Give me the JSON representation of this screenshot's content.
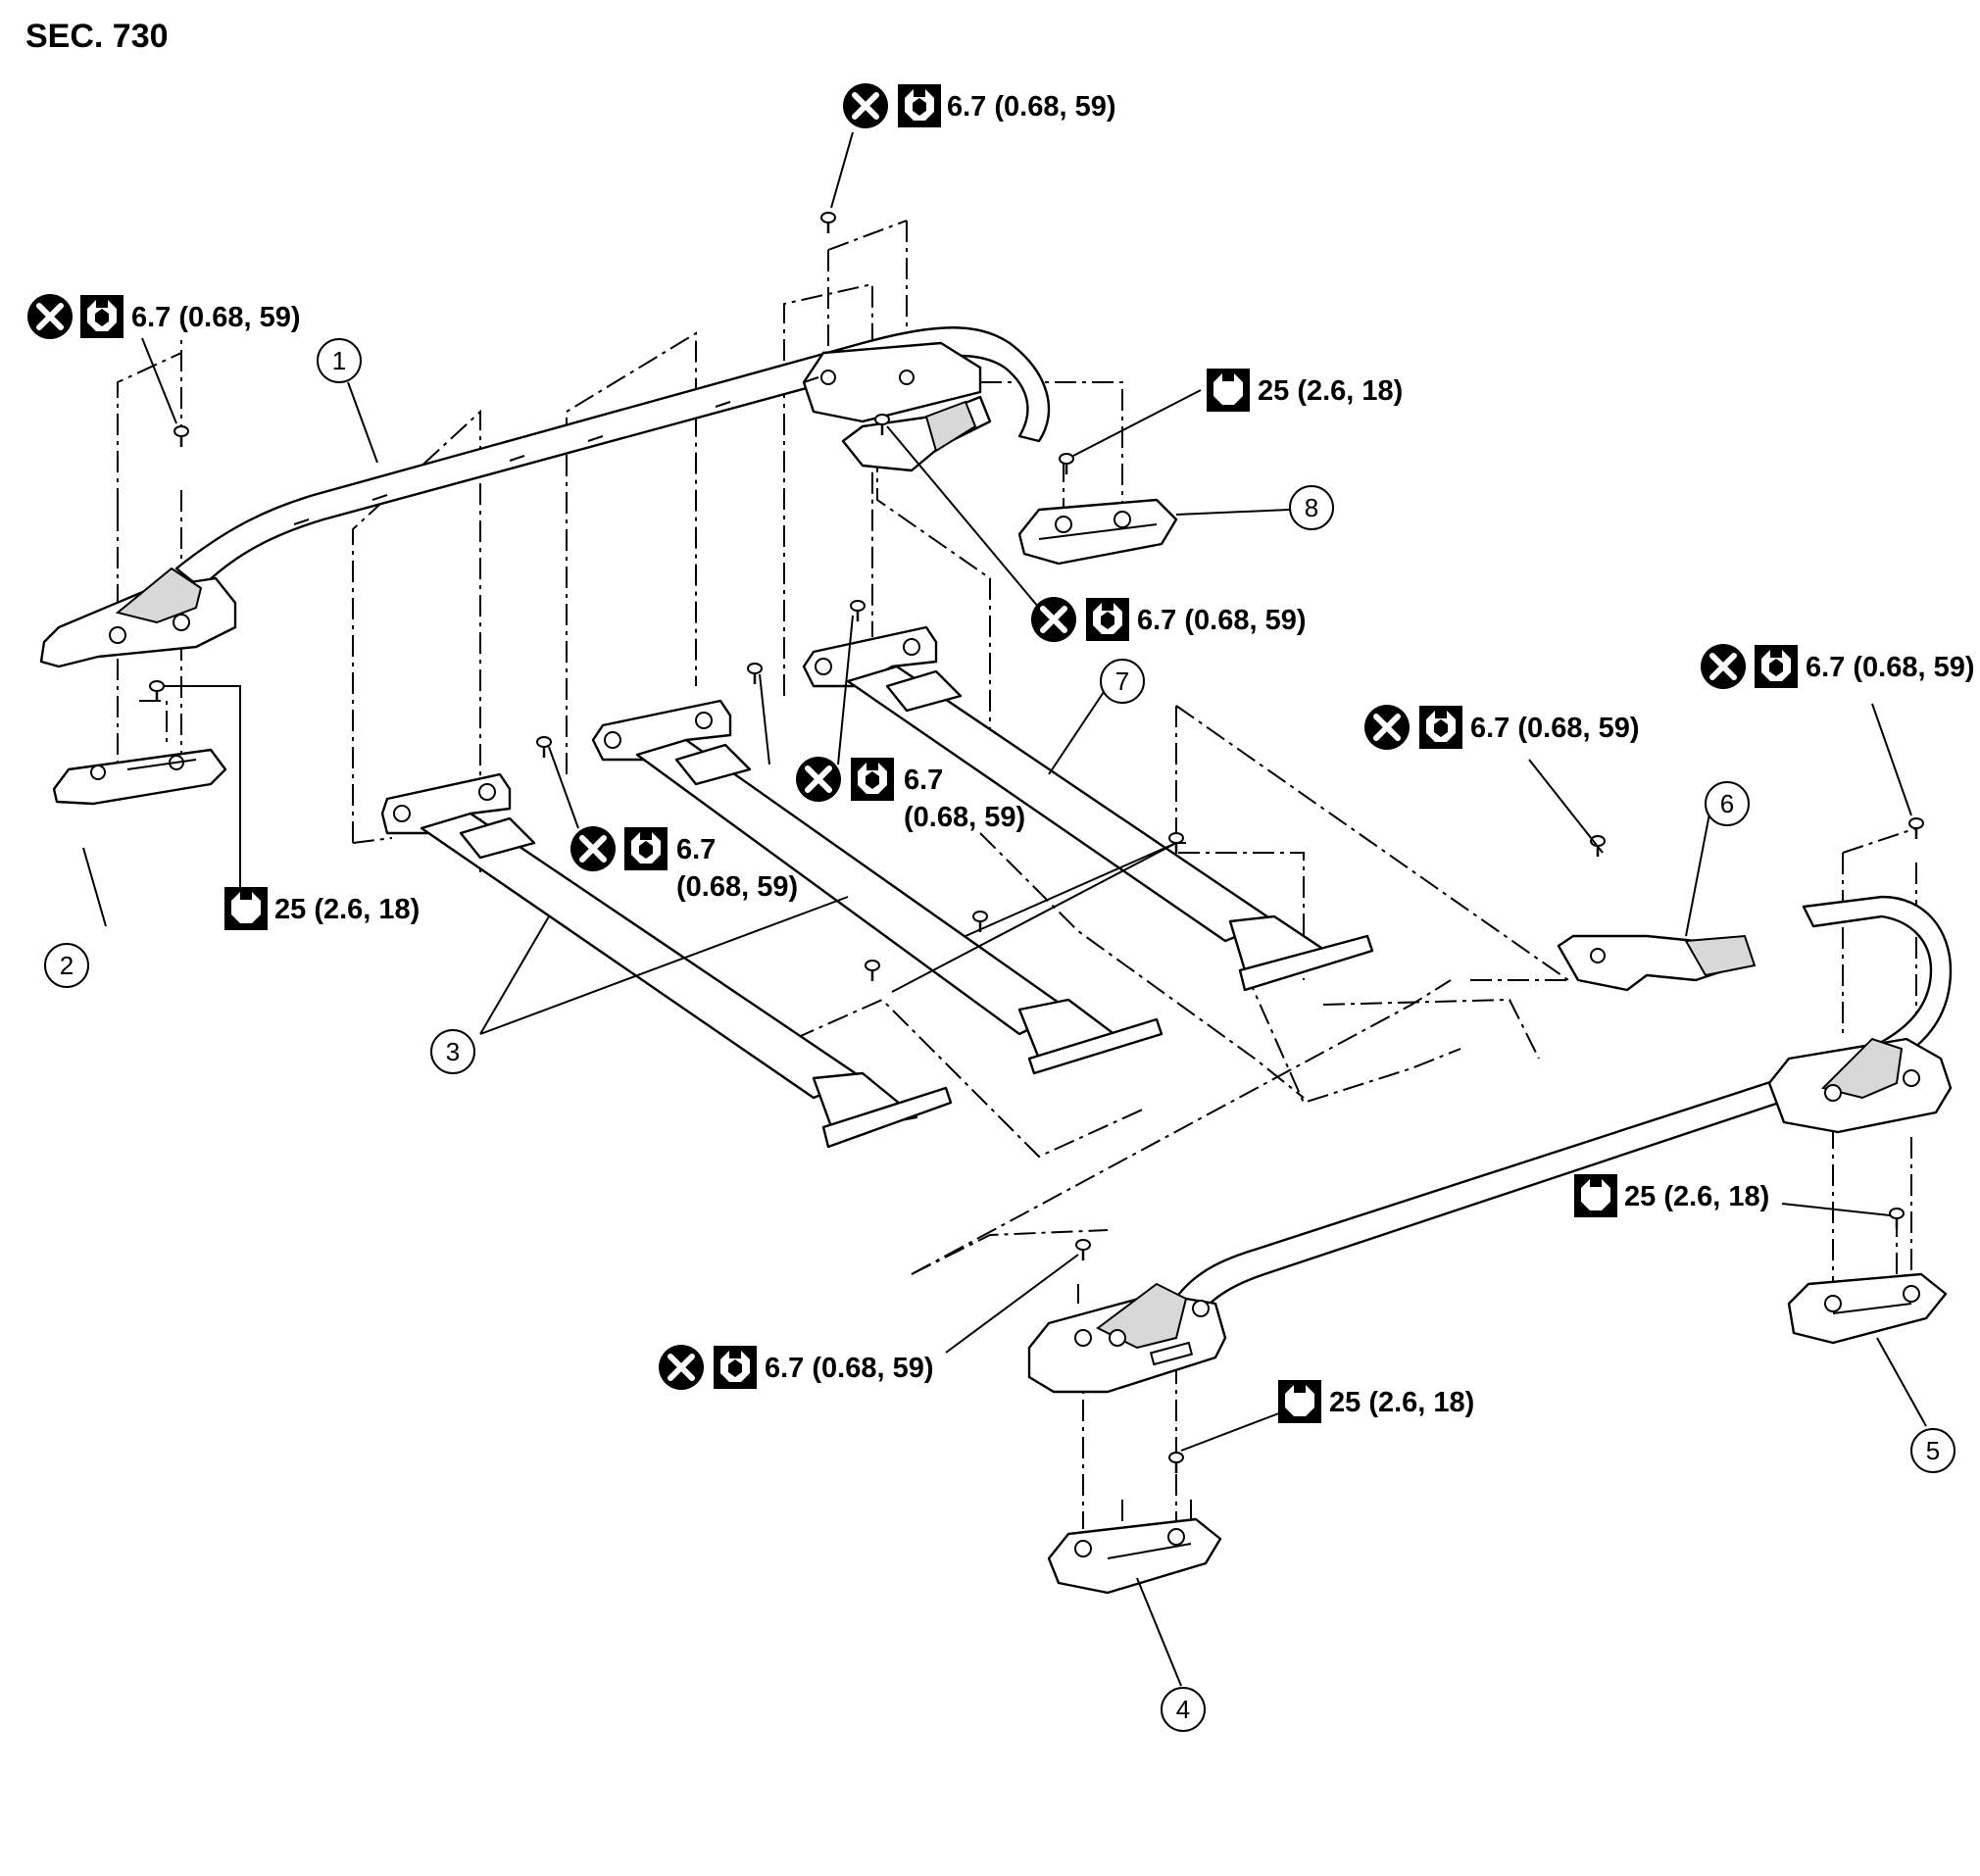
{
  "section_title": "SEC. 730",
  "torque_specs": {
    "t1": "6.7 (0.68, 59)",
    "t2": "6.7 (0.68, 59)",
    "t3": "25 (2.6, 18)",
    "t4": "6.7 (0.68, 59)",
    "t5": "25 (2.6, 18)",
    "t6a": "6.7",
    "t6b": "(0.68, 59)",
    "t7a": "6.7",
    "t7b": "(0.68, 59)",
    "t8": "6.7 (0.68, 59)",
    "t9": "6.7 (0.68, 59)",
    "t10": "25 (2.6, 18)",
    "t11": "6.7 (0.68, 59)",
    "t12": "25 (2.6, 18)"
  },
  "callouts": [
    "1",
    "2",
    "3",
    "4",
    "5",
    "6",
    "7",
    "8"
  ],
  "icons": {
    "do_not_reuse": "do-not-reuse-icon",
    "torque_ptfe": "torque-with-thread-lock-icon",
    "torque": "torque-wrench-icon"
  }
}
